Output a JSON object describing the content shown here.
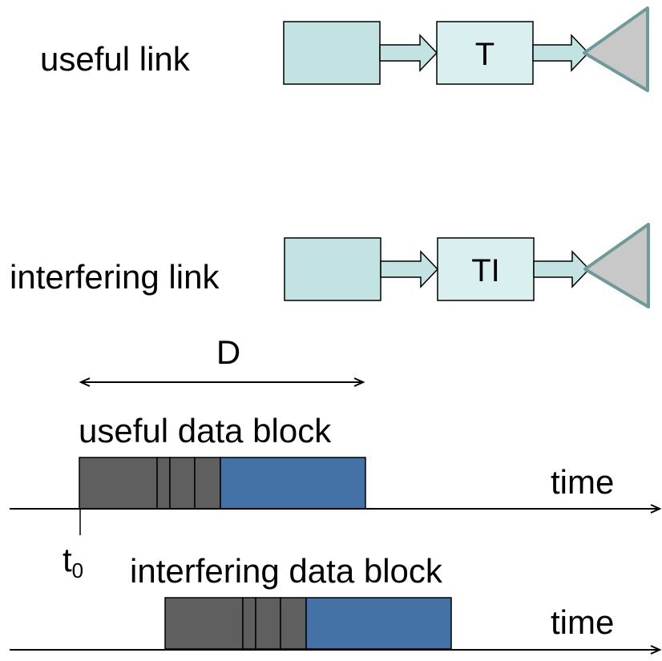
{
  "useful_link": {
    "label": "useful link",
    "transmitter_label": "T"
  },
  "interfering_link": {
    "label": "interfering link",
    "transmitter_label": "TI"
  },
  "duration_label": "D",
  "useful_block": {
    "label": "useful data block",
    "time_label": "time",
    "t0_label": "t",
    "t0_subscript": "0"
  },
  "interfering_block": {
    "label": "interfering data block",
    "time_label": "time"
  },
  "colors": {
    "source_box": "#c3e3e3",
    "transmitter_box": "#daf0f0",
    "arrow_fill": "#c3e3e3",
    "antenna_fill": "#c8c8c8",
    "antenna_stroke": "#6f9a9a",
    "header_segment": "#5f5f5f",
    "payload_segment": "#4472a6"
  }
}
